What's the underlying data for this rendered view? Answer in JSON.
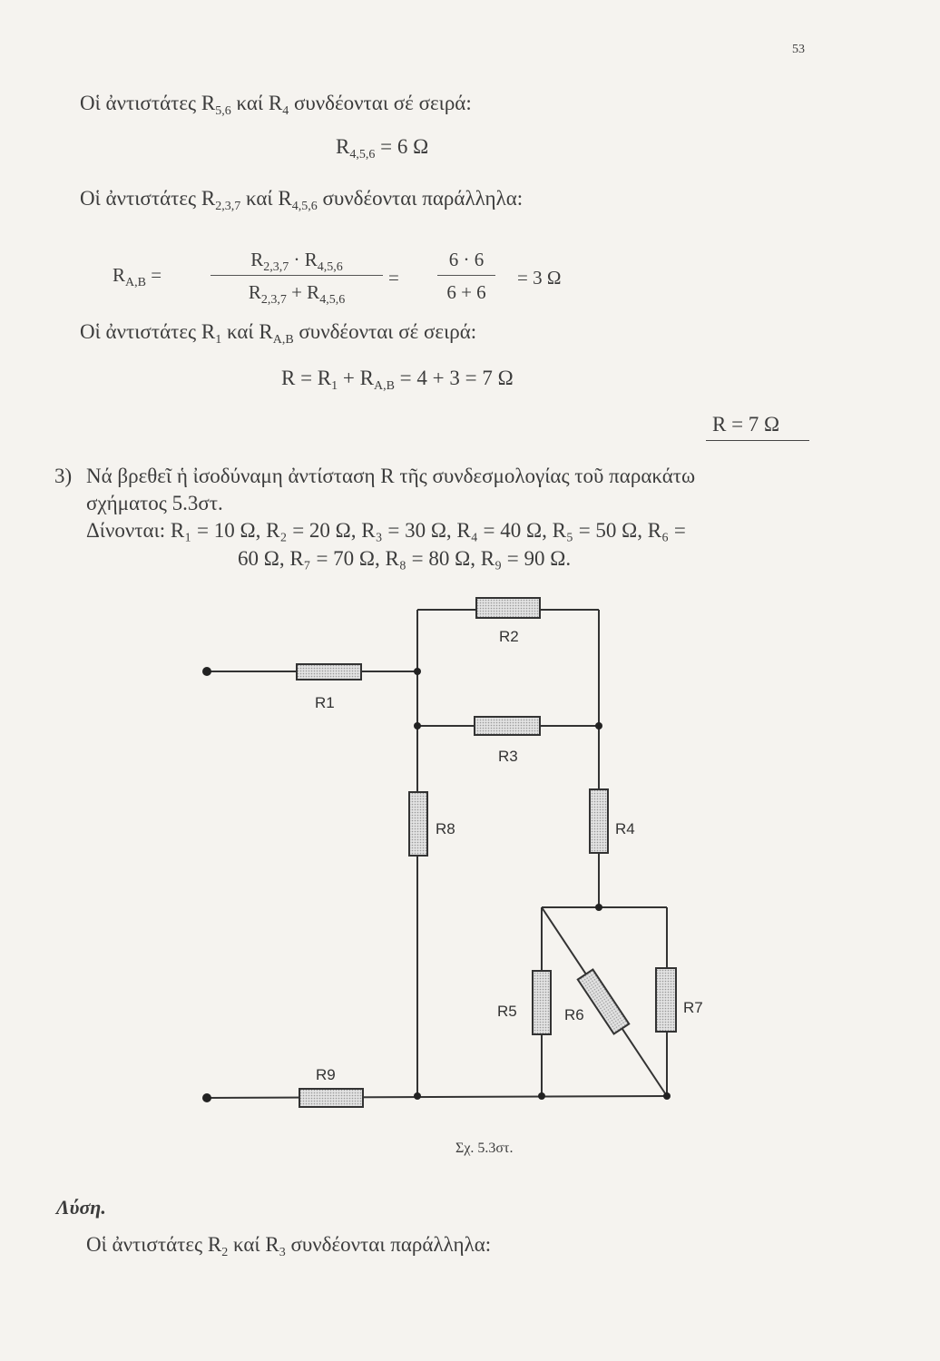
{
  "page_number": "53",
  "lines": {
    "l1_pre": "Οἱ ἀντιστάτες R",
    "l1_sub1": "5,6",
    "l1_mid": " καί R",
    "l1_sub2": "4",
    "l1_post": " συνδέονται σέ σειρά:",
    "eq1_pre": "R",
    "eq1_sub": "4,5,6",
    "eq1_post": " = 6 Ω",
    "l3_pre": "Οἱ ἀντιστάτες R",
    "l3_sub1": "2,3,7",
    "l3_mid": " καί R",
    "l3_sub2": "4,5,6",
    "l3_post": " συνδέονται παράλληλα:",
    "rab_lhs": "R",
    "rab_lhs_sub": "A,B",
    "rab_eq": " =",
    "frac1_num_a": "R",
    "frac1_num_a_sub": "2,3,7",
    "frac1_num_op": " · R",
    "frac1_num_b_sub": "4,5,6",
    "frac1_den_a": "R",
    "frac1_den_a_sub": "2,3,7",
    "frac1_den_op": " + R",
    "frac1_den_b_sub": "4,5,6",
    "eq_sign": "=",
    "frac2_num": "6 · 6",
    "frac2_den": "6 + 6",
    "rab_result": "= 3 Ω",
    "l5_pre": "Οἱ ἀντιστάτες R",
    "l5_sub1": "1",
    "l5_mid": " καί R",
    "l5_sub2": "A,B",
    "l5_post": " συνδέονται σέ σειρά:",
    "eq2_a": "R = R",
    "eq2_sub1": "1",
    "eq2_b": " + R",
    "eq2_sub2": "A,B",
    "eq2_c": " = 4 + 3 = 7 Ω",
    "answer": "R = 7 Ω"
  },
  "problem": {
    "number": "3)",
    "line1": "Νά βρεθεῖ ἡ ἰσοδύναμη ἀντίσταση R τῆς συνδεσμολογίας τοῦ παρακάτω",
    "line2": "σχήματος 5.3στ.",
    "given_label": "Δίνονται: ",
    "given_line1": "R₁ = 10 Ω, R₂ = 20 Ω, R₃ = 30 Ω, R₄ = 40 Ω, R₅ = 50 Ω, R₆ =",
    "given_line2": "60 Ω, R₇ = 70 Ω, R₈ = 80 Ω, R₉ = 90 Ω."
  },
  "figure": {
    "labels": {
      "R1": "R1",
      "R2": "R2",
      "R3": "R3",
      "R4": "R4",
      "R5": "R5",
      "R6": "R6",
      "R7": "R7",
      "R8": "R8",
      "R9": "R9"
    },
    "caption": "Σχ. 5.3στ."
  },
  "solution": {
    "heading": "Λύση.",
    "l_pre": "Οἱ ἀντιστάτες R",
    "l_sub1": "2",
    "l_mid": " καί R",
    "l_sub2": "3",
    "l_post": " συνδέονται παράλληλα:"
  }
}
